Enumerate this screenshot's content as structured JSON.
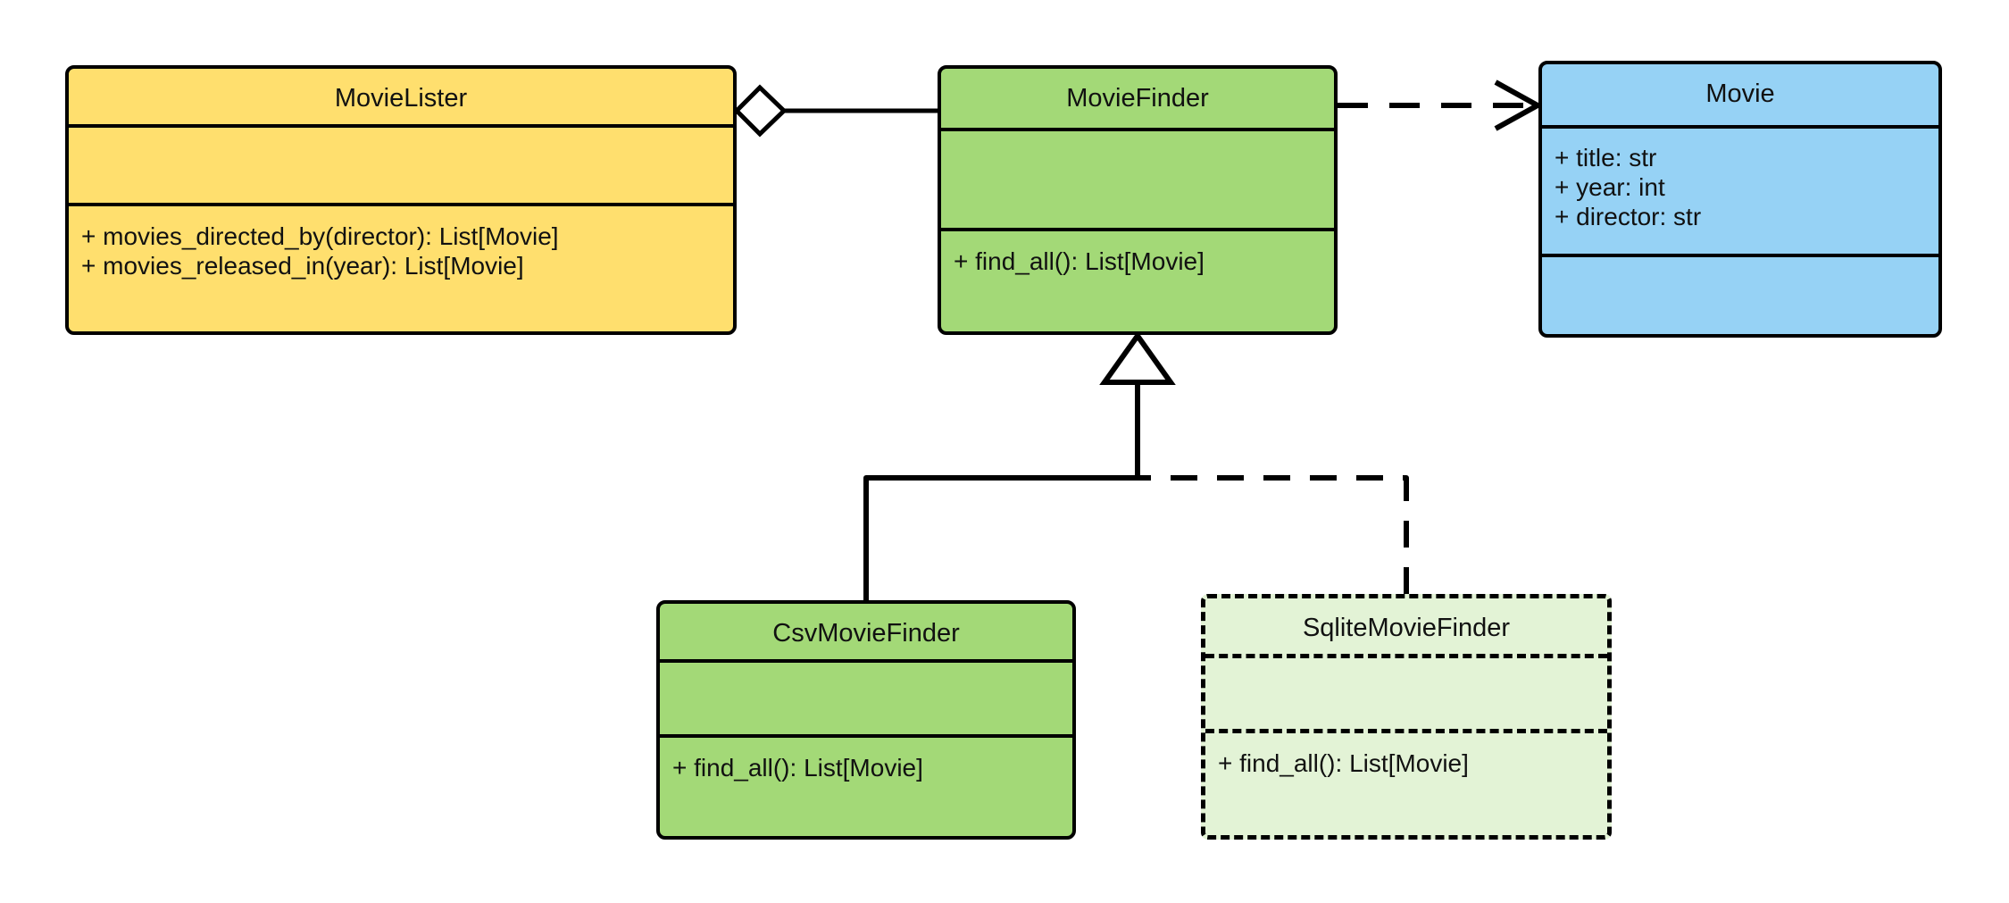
{
  "diagram": {
    "type": "uml-class-diagram",
    "title": "MovieLister dependency-injection class diagram",
    "background": "#ffffff"
  },
  "palette": {
    "lister_fill": "#FFDF6E",
    "finder_fill": "#A3D977",
    "movie_fill": "#96D2F5",
    "planned_fill": "#E3F3D6",
    "stroke": "#000000"
  },
  "classes": [
    {
      "id": "movielister",
      "name": "MovieLister",
      "fill": "#FFDF6E",
      "border_style": "solid",
      "attributes": [],
      "operations": [
        "+ movies_directed_by(director): List[Movie]",
        "+ movies_released_in(year): List[Movie]"
      ]
    },
    {
      "id": "moviefinder",
      "name": "MovieFinder",
      "fill": "#A3D977",
      "border_style": "solid",
      "attributes": [],
      "operations": [
        "+ find_all(): List[Movie]"
      ]
    },
    {
      "id": "movie",
      "name": "Movie",
      "fill": "#96D2F5",
      "border_style": "solid",
      "attributes": [
        "+ title: str",
        "+ year: int",
        "+ director: str"
      ],
      "operations": []
    },
    {
      "id": "csvmoviefinder",
      "name": "CsvMovieFinder",
      "fill": "#A3D977",
      "border_style": "solid",
      "attributes": [],
      "operations": [
        "+ find_all(): List[Movie]"
      ]
    },
    {
      "id": "sqlitemoviefinder",
      "name": "SqliteMovieFinder",
      "fill": "#E3F3D6",
      "border_style": "dashed",
      "attributes": [],
      "operations": [
        "+ find_all(): List[Movie]"
      ]
    }
  ],
  "relationships": [
    {
      "id": "lister-aggregates-finder",
      "kind": "aggregation",
      "source": "MovieLister",
      "target": "MovieFinder",
      "line_style": "solid",
      "source_marker": "hollow-diamond",
      "target_marker": "none"
    },
    {
      "id": "finder-depends-movie",
      "kind": "dependency",
      "source": "MovieFinder",
      "target": "Movie",
      "line_style": "dashed",
      "source_marker": "none",
      "target_marker": "open-arrow"
    },
    {
      "id": "csv-inherits-finder",
      "kind": "generalization",
      "source": "CsvMovieFinder",
      "target": "MovieFinder",
      "line_style": "solid",
      "source_marker": "none",
      "target_marker": "hollow-triangle"
    },
    {
      "id": "sqlite-inherits-finder",
      "kind": "generalization",
      "source": "SqliteMovieFinder",
      "target": "MovieFinder",
      "line_style": "dashed",
      "source_marker": "none",
      "target_marker": "hollow-triangle"
    }
  ]
}
